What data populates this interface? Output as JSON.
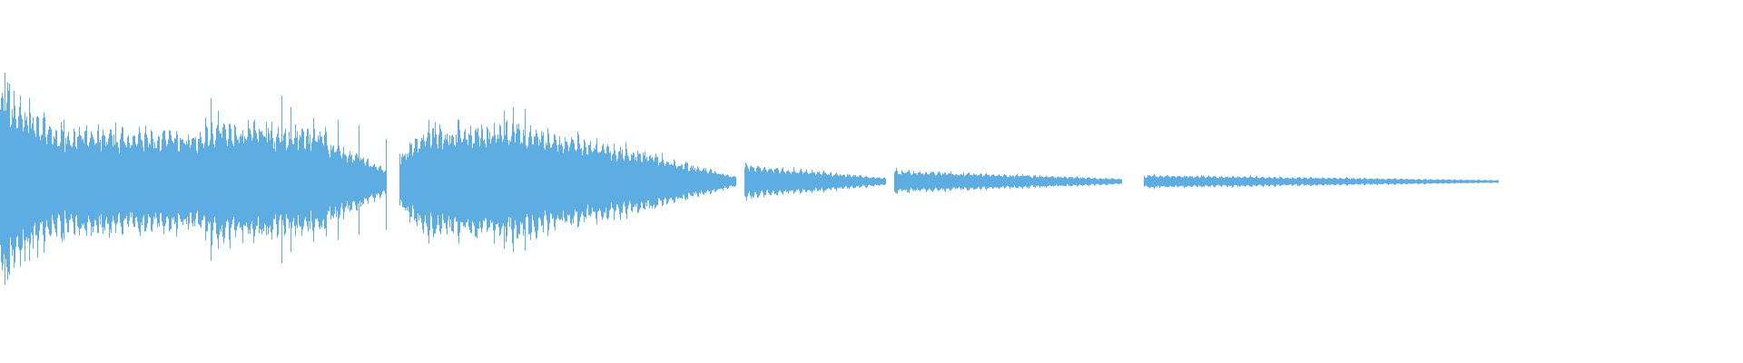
{
  "waveform": {
    "color": "#5dade2",
    "background": "#ffffff",
    "segments": [
      {
        "name": "segment-1",
        "amplitude_shape": "decay-with-transients"
      },
      {
        "name": "segment-2",
        "amplitude_shape": "decay-with-transients"
      },
      {
        "name": "segment-3",
        "amplitude_shape": "flat-taper"
      },
      {
        "name": "segment-4",
        "amplitude_shape": "flat-taper"
      },
      {
        "name": "segment-5",
        "amplitude_shape": "flat-taper"
      }
    ]
  }
}
